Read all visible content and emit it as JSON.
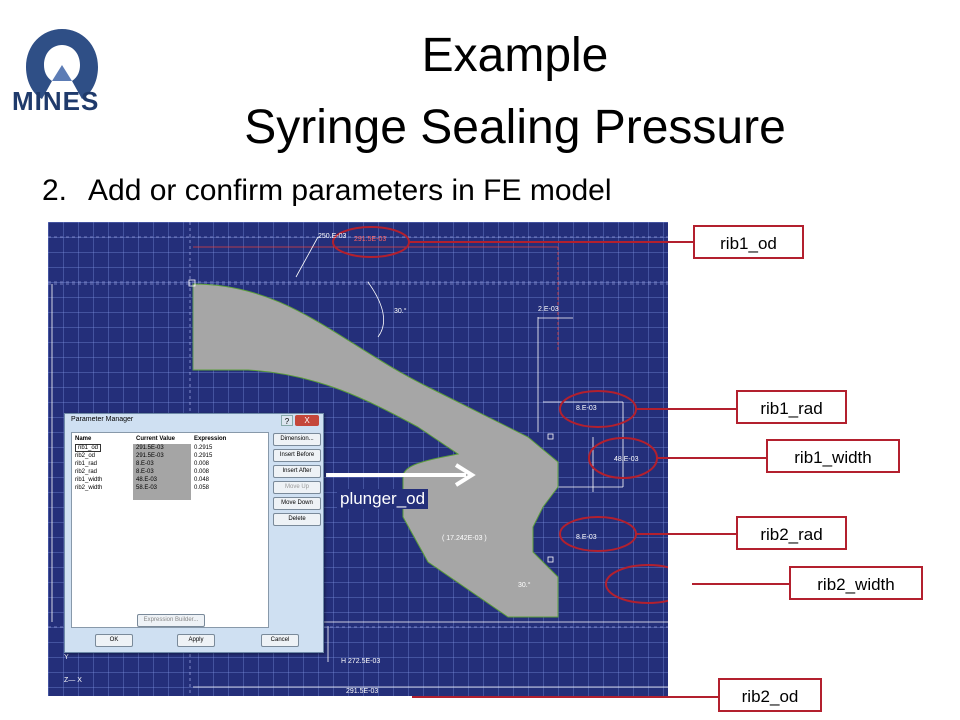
{
  "slide": {
    "logo_text": "MINES",
    "title_line1": "Example",
    "title_line2": "Syringe Sealing Pressure",
    "step_number": "2.",
    "step_text": "Add or confirm parameters in FE model"
  },
  "callouts": {
    "rib1_od": "rib1_od",
    "rib1_rad": "rib1_rad",
    "rib1_width": "rib1_width",
    "rib2_rad": "rib2_rad",
    "rib2_width": "rib2_width",
    "rib2_od": "rib2_od",
    "plunger_od": "plunger_od"
  },
  "cad": {
    "dims": {
      "d250": "250.E-03",
      "d291top": "291.5E-03",
      "angle30a": "30.°",
      "d2": "2.E-03",
      "d8a": "8.E-03",
      "d48": "48.E-03",
      "d8b": "8.E-03",
      "d17": "( 17.242E-03 )",
      "angle30b": "30.°",
      "d272": "H 272.5E-03",
      "d291bot": "291.5E-03",
      "axis_y": "Y",
      "axis_zx": "Z— X"
    }
  },
  "dialog": {
    "title": "Parameter Manager",
    "help": "?",
    "close": "X",
    "columns": [
      "Name",
      "Current Value",
      "Expression"
    ],
    "rows": [
      {
        "name": "rib1_od",
        "value": "291.5E-03",
        "expr": "0.2915"
      },
      {
        "name": "rib2_od",
        "value": "291.5E-03",
        "expr": "0.2915"
      },
      {
        "name": "rib1_rad",
        "value": "8.E-03",
        "expr": "0.008"
      },
      {
        "name": "rib2_rad",
        "value": "8.E-03",
        "expr": "0.008"
      },
      {
        "name": "rib1_width",
        "value": "48.E-03",
        "expr": "0.048"
      },
      {
        "name": "rib2_width",
        "value": "58.E-03",
        "expr": "0.058"
      }
    ],
    "buttons": {
      "dimension": "Dimension...",
      "insert_before": "Insert Before",
      "insert_after": "Insert After",
      "move_up": "Move Up",
      "move_down": "Move Down",
      "delete": "Delete",
      "expression_builder": "Expression Builder...",
      "ok": "OK",
      "apply": "Apply",
      "cancel": "Cancel"
    }
  },
  "colors": {
    "callout_border": "#b3202e",
    "cad_background": "#242f7a",
    "part_fill": "#a6a6a6"
  }
}
